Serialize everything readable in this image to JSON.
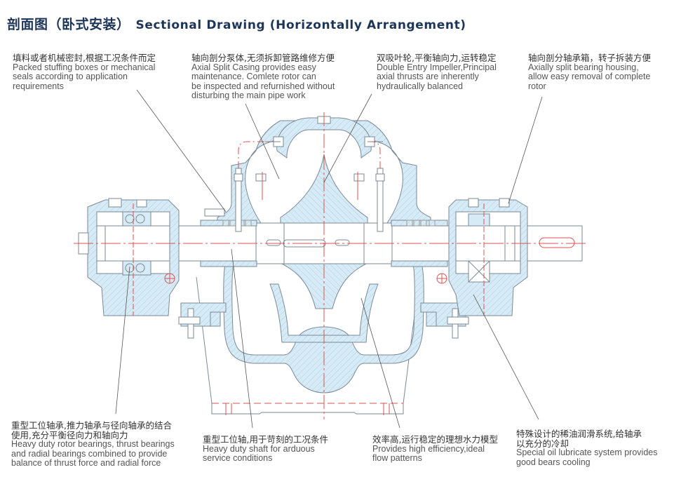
{
  "title": {
    "cn": "剖面图（卧式安装）",
    "en": "Sectional Drawing (Horizontally Arrangement)"
  },
  "colors": {
    "title": "#1d3557",
    "outline": "#7a8a96",
    "fill": "#d6ebf5",
    "centerline": "#d9534f",
    "leader": "#555555"
  },
  "annotations_top": [
    {
      "id": "stuffing-box",
      "cn": "填料或者机械密封,根据工况条件而定",
      "en": "Packed stuffing boxes or mechanical\nseals according to application\nrequirements"
    },
    {
      "id": "axial-split-casing",
      "cn": "轴向剖分泵体,无须拆卸管路维修方便",
      "en": "Axial Split Casing provides easy\nmaintenance. Comlete rotor can\nbe inspected and refurnished without\ndisturbing the main pipe work"
    },
    {
      "id": "double-entry-impeller",
      "cn": "双吸叶轮,平衡轴向力,运转稳定",
      "en": "Double Entry Impeller,Principal\naxial thrusts are inherently\nhydraulically balanced"
    },
    {
      "id": "bearing-housing",
      "cn": "轴向剖分轴承箱，转子拆装方便",
      "en": "Axially split bearing housing,\nallow easy removal of complete\nrotor"
    }
  ],
  "annotations_bottom": [
    {
      "id": "rotor-bearings",
      "cn": "重型工位轴承,推力轴承与径向轴承的结合\n使用,充分平衡径向力和轴向力",
      "en": "Heavy duty rotor bearings, thrust bearings\nand radial bearings combined to provide\nbalance of thrust force and radial force"
    },
    {
      "id": "heavy-shaft",
      "cn": "重型工位轴,用于苛刻的工况条件",
      "en": "Heavy duty shaft for arduous\nservice conditions"
    },
    {
      "id": "hydraulic-model",
      "cn": "效率高,运行稳定的理想水力模型",
      "en": "Provides high efficiency,ideal\nflow patterns"
    },
    {
      "id": "oil-lubrication",
      "cn": "特殊设计的稀油润滑系统,给轴承\n以充分的冷却",
      "en": "Special oil lubricate system provides\ngood bears cooling"
    }
  ]
}
